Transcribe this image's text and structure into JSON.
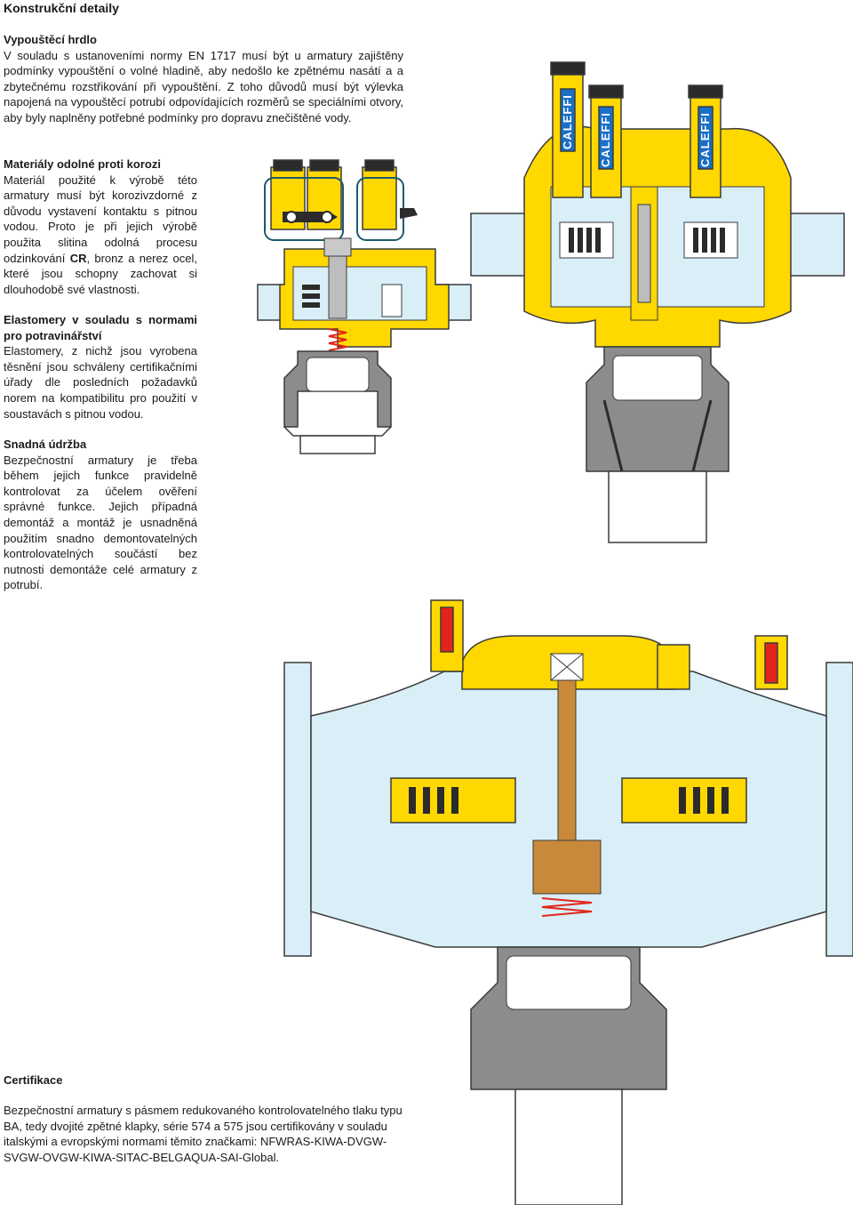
{
  "page_title": "Konstrukční detaily",
  "sections": [
    {
      "title": "Vypouštěcí hrdlo",
      "body": "V souladu s ustanoveními normy EN 1717 musí být u armatury zajištěny podmínky vypouštění o volné hladině, aby nedošlo ke zpětnému nasátí a a zbytečnému rozstřikování při vypouštění. Z toho důvodů musí být výlevka napojená na vypouštěcí potrubí odpovídajících rozměrů se speciálními otvory, aby byly naplněny potřebné podmínky pro dopravu znečištěné vody."
    },
    {
      "title": "Materiály odolné proti korozi",
      "body_before": "Materiál použité k výrobě této armatury musí být korozivzdorné z důvodu vystavení kontaktu s pitnou vodou. Proto je při jejich výrobě použita slitina odolná procesu odzinkování ",
      "body_bold": "CR",
      "body_after": ", bronz a nerez ocel, které jsou schopny zachovat si dlouhodobě své vlastnosti."
    },
    {
      "title_line1": "Elastomery v souladu s normami",
      "title_line2": "pro potravinářství",
      "body": "Elastomery, z nichž jsou vyrobena těsnění jsou schváleny certifikačními úřady dle posledních požadavků norem na kompatibilitu pro použití v soustavách s pitnou vodou."
    },
    {
      "title": "Snadná údržba",
      "body": "Bezpečnostní armatury je třeba během jejich funkce pravidelně kontrolovat za účelem ověření správné funkce. Jejich případná demontáž a montáž je usnadněná použitím snadno demontovatelných kontrolovatelných součástí bez nutnosti demontáže celé armatury z potrubí."
    }
  ],
  "certification": {
    "title": "Certifikace",
    "body": "Bezpečnostní armatury s pásmem redukovaného kontrolovatelného tlaku typu BA, tedy dvojité zpětné klapky, série 574 a 575 jsou certifikovány v souladu italskými a evropskými normami těmito značkami: NFWRAS-KIWA-DVGW-SVGW-OVGW-KIWA-SITAC-BELGAQUA-SAI-Global."
  },
  "drawings": {
    "brand": "CALEFFI",
    "colors": {
      "brass": "#ffd800",
      "brass_dark": "#c9a800",
      "water": "#d9eef7",
      "body_outline": "#3a3a3a",
      "blue_band": "#1b6fc4",
      "red_band": "#e1251b",
      "bronze": "#c8893a",
      "grey": "#8c8c8c",
      "dark": "#2b2b2b"
    }
  }
}
